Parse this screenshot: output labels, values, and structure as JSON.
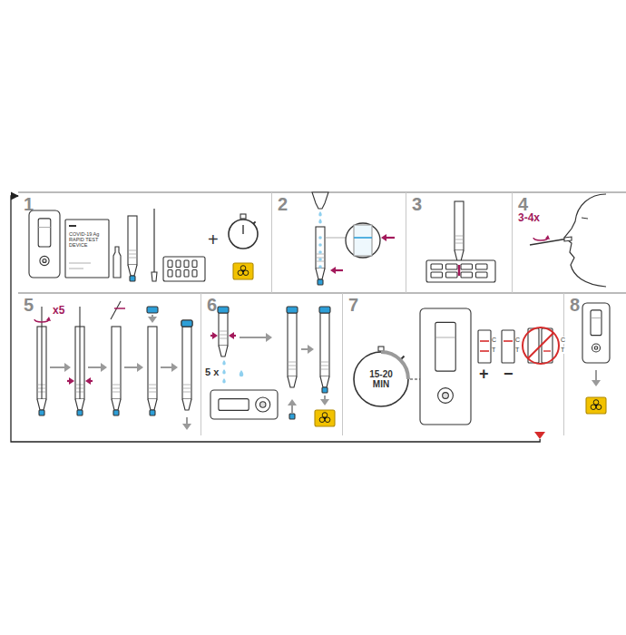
{
  "diagram": {
    "nodes": [
      {
        "text": [
          "1"
        ]
      },
      {
        "text": [
          "2"
        ]
      },
      {
        "text": [
          "3"
        ]
      },
      {
        "text": [
          "4"
        ]
      },
      {
        "text": [
          "5"
        ]
      },
      {
        "text": [
          "6"
        ]
      },
      {
        "text": [
          "7"
        ]
      },
      {
        "text": [
          "8"
        ]
      }
    ],
    "edges": [
      {
        "from": 6,
        "to": 0,
        "arrow": "to"
      }
    ],
    "labels": [
      "COVID-19 Ag RAPID TEST DEVICE",
      "+",
      "3-4x",
      "x5",
      "5 x",
      "15-20 MIN",
      "C",
      "T",
      "C",
      "T",
      "C",
      "T",
      "+",
      "−"
    ]
  }
}
